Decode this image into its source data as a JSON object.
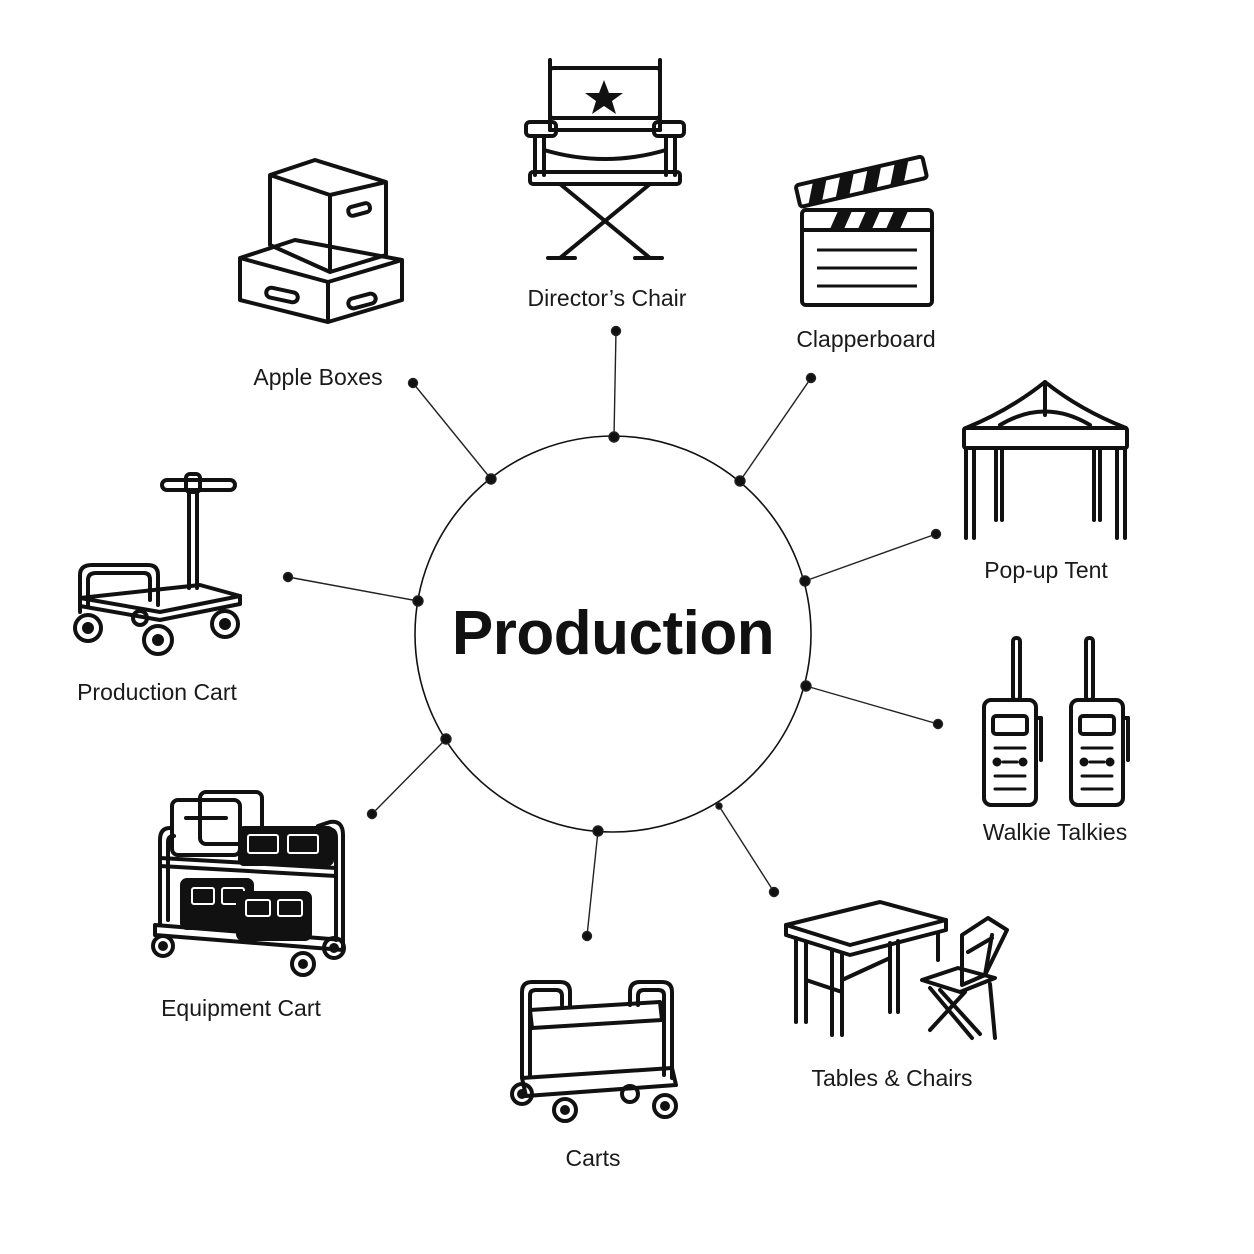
{
  "center": {
    "title": "Production"
  },
  "items": [
    {
      "id": "directors-chair",
      "label": "Director’s Chair",
      "icon": "directors-chair-icon"
    },
    {
      "id": "clapperboard",
      "label": "Clapperboard",
      "icon": "clapperboard-icon"
    },
    {
      "id": "popup-tent",
      "label": "Pop-up Tent",
      "icon": "popup-tent-icon"
    },
    {
      "id": "walkie-talkies",
      "label": "Walkie Talkies",
      "icon": "walkie-talkies-icon"
    },
    {
      "id": "tables-chairs",
      "label": "Tables & Chairs",
      "icon": "tables-chairs-icon"
    },
    {
      "id": "carts",
      "label": "Carts",
      "icon": "carts-icon"
    },
    {
      "id": "equipment-cart",
      "label": "Equipment Cart",
      "icon": "equipment-cart-icon"
    },
    {
      "id": "production-cart",
      "label": "Production Cart",
      "icon": "production-cart-icon"
    },
    {
      "id": "apple-boxes",
      "label": "Apple Boxes",
      "icon": "apple-boxes-icon"
    }
  ],
  "colors": {
    "stroke": "#111111",
    "background": "#ffffff"
  }
}
